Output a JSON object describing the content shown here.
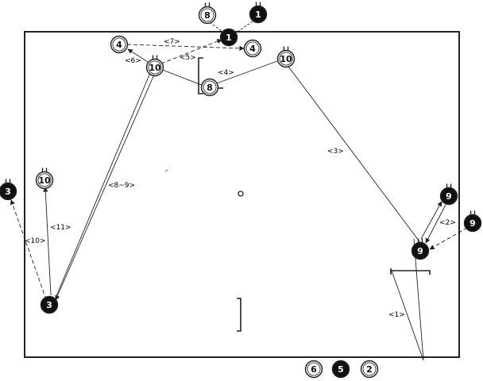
{
  "colors": {
    "white_player_fill": "#e6edf5",
    "black_player_fill": "#111111",
    "line": "#222222"
  },
  "players": [
    {
      "id": "p8_top",
      "number": "8",
      "team": "white"
    },
    {
      "id": "p1_top",
      "number": "1",
      "team": "black"
    },
    {
      "id": "p4_left",
      "number": "4",
      "team": "white"
    },
    {
      "id": "p1_mid",
      "number": "1",
      "team": "black"
    },
    {
      "id": "p4_right",
      "number": "4",
      "team": "white"
    },
    {
      "id": "p10_a",
      "number": "10",
      "team": "white"
    },
    {
      "id": "p10_b",
      "number": "10",
      "team": "white"
    },
    {
      "id": "p8_mid",
      "number": "8",
      "team": "white"
    },
    {
      "id": "p3_left",
      "number": "3",
      "team": "black"
    },
    {
      "id": "p10_left",
      "number": "10",
      "team": "white"
    },
    {
      "id": "p3_bottom",
      "number": "3",
      "team": "black"
    },
    {
      "id": "p9_upper",
      "number": "9",
      "team": "black"
    },
    {
      "id": "p9_right",
      "number": "9",
      "team": "black"
    },
    {
      "id": "p9_lower",
      "number": "9",
      "team": "black"
    },
    {
      "id": "p6_bench",
      "number": "6",
      "team": "white"
    },
    {
      "id": "p5_bench",
      "number": "5",
      "team": "black"
    },
    {
      "id": "p2_bench",
      "number": "2",
      "team": "white"
    }
  ],
  "sequence_labels": [
    "<1>",
    "<2>",
    "<3>",
    "<4>",
    "<5>",
    "<6>",
    "<7>",
    "<8~9>",
    "<10>",
    "<11>"
  ]
}
